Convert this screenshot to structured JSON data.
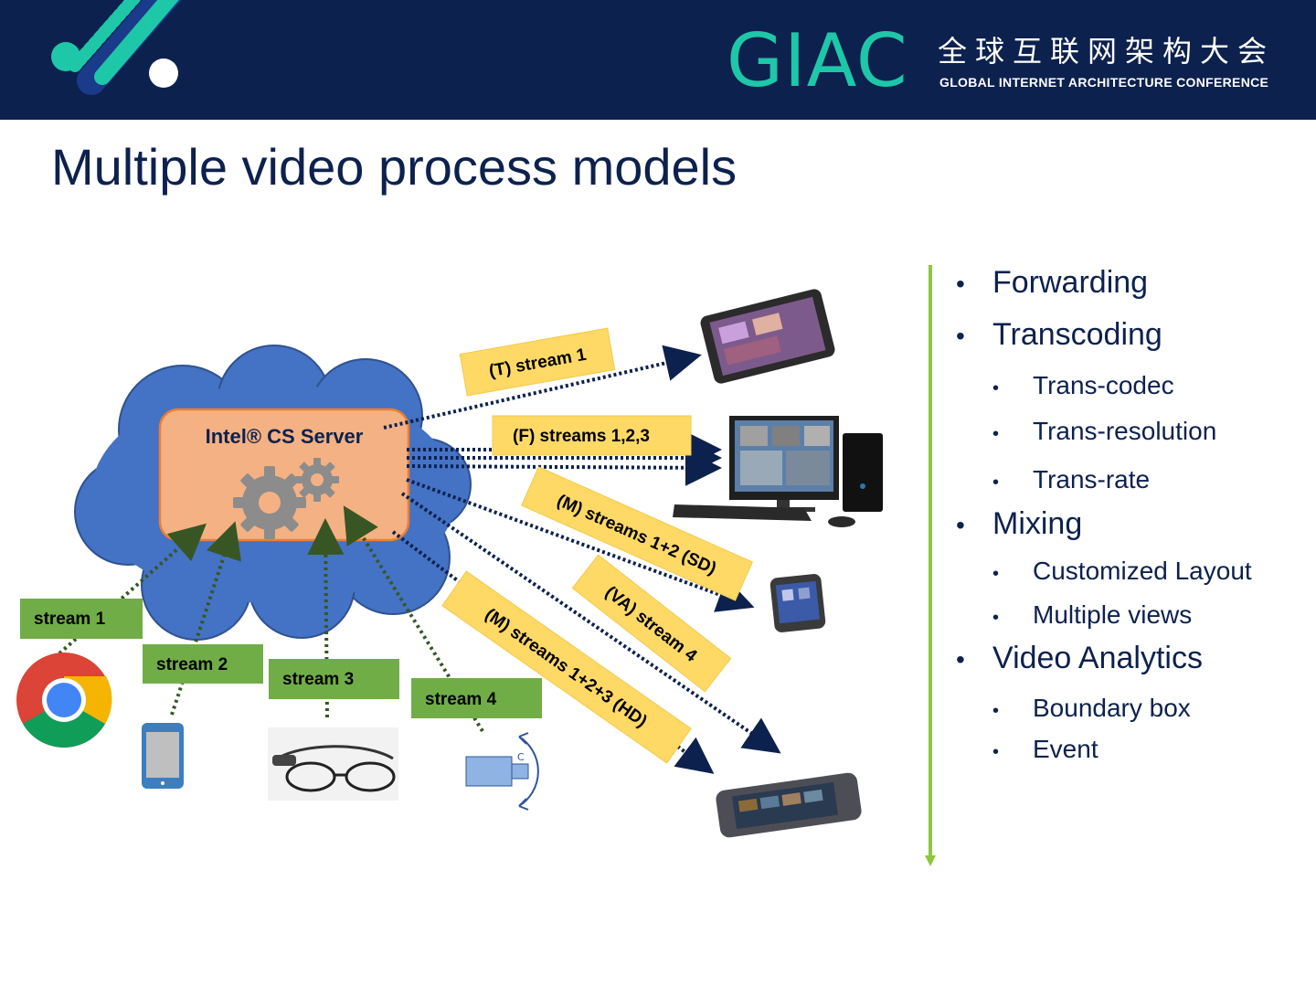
{
  "header": {
    "logo": "GIAC",
    "title_cn": "全球互联网架构大会",
    "title_en": "GLOBAL INTERNET ARCHITECTURE CONFERENCE"
  },
  "slide": {
    "title": "Multiple video process models"
  },
  "diagram": {
    "server_label": "Intel® CS Server",
    "input_streams": [
      "stream 1",
      "stream 2",
      "stream 3",
      "stream 4"
    ],
    "outputs": [
      "(T) stream 1",
      "(F) streams 1,2,3",
      "(M) streams 1+2 (SD)",
      "(VA) stream 4",
      "(M) streams 1+2+3 (HD)"
    ],
    "camera_mark": "C"
  },
  "bullets": [
    {
      "level": 1,
      "text": "Forwarding"
    },
    {
      "level": 1,
      "text": "Transcoding"
    },
    {
      "level": 2,
      "text": "Trans-codec"
    },
    {
      "level": 2,
      "text": "Trans-resolution"
    },
    {
      "level": 2,
      "text": "Trans-rate"
    },
    {
      "level": 1,
      "text": "Mixing"
    },
    {
      "level": 2,
      "text": "Customized Layout"
    },
    {
      "level": 2,
      "text": "Multiple views"
    },
    {
      "level": 1,
      "text": "Video Analytics"
    },
    {
      "level": 2,
      "text": "Boundary box"
    },
    {
      "level": 2,
      "text": "Event"
    }
  ],
  "colors": {
    "navy": "#0d214e",
    "teal": "#1ec7a8",
    "cloud": "#4472c4",
    "server": "#f4b183",
    "label_yellow": "#ffd966",
    "label_green": "#70ad47",
    "divider": "#8dc63f"
  }
}
